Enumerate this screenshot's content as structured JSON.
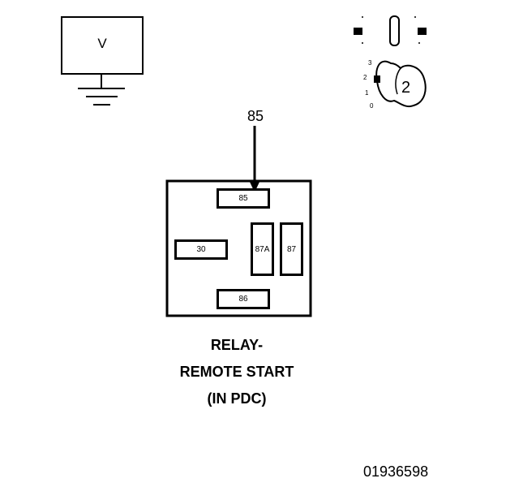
{
  "meter": {
    "label": "V"
  },
  "probe": {
    "pin_label": "85"
  },
  "relay": {
    "terminals": {
      "t85": "85",
      "t30": "30",
      "t87a": "87A",
      "t87": "87",
      "t86": "86"
    },
    "caption": [
      "RELAY-",
      "REMOTE START",
      "(IN PDC)"
    ]
  },
  "ignition": {
    "positions": [
      "3",
      "2",
      "1",
      "0"
    ],
    "key_number": "2"
  },
  "figure_id": "01936598"
}
